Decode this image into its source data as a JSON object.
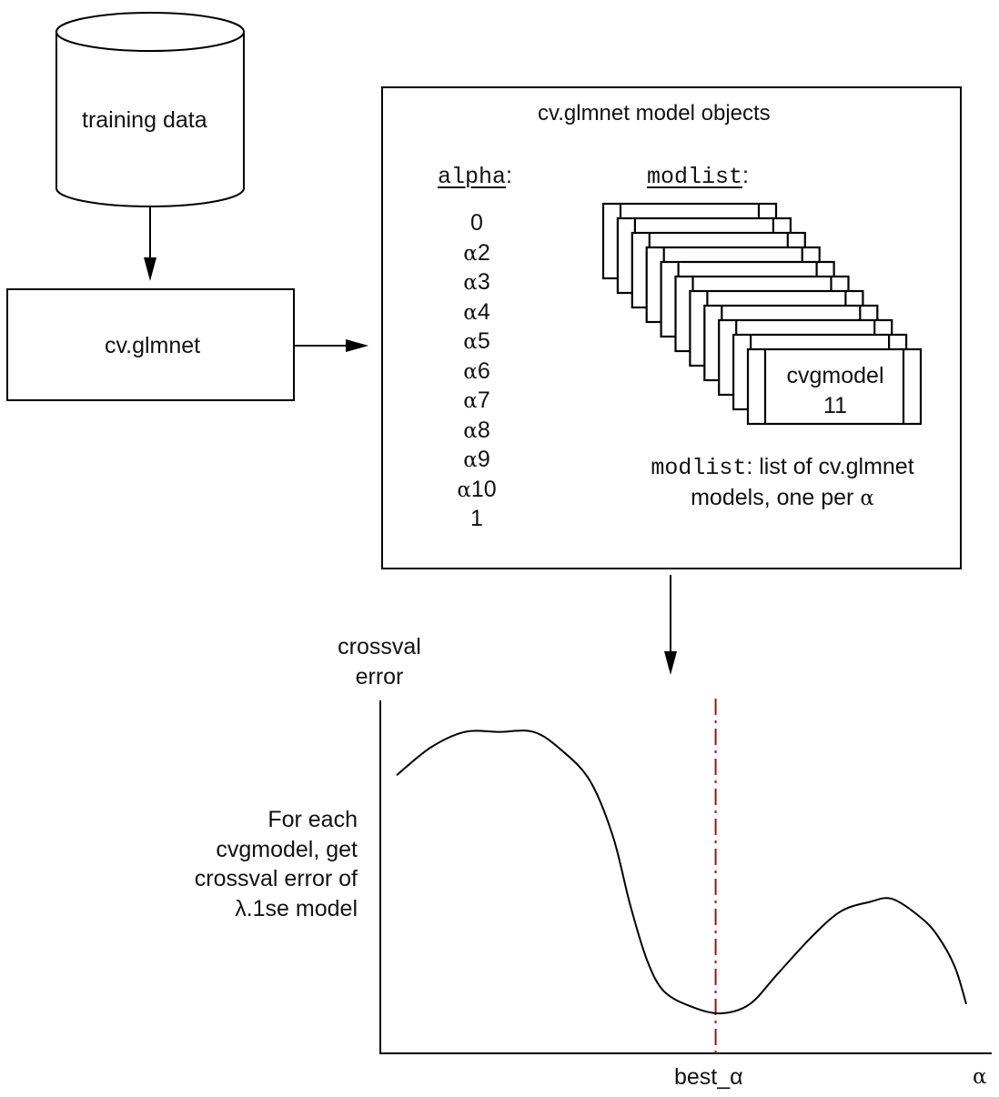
{
  "nodes": {
    "training_data": "training data",
    "cv_glmnet": "cv.glmnet",
    "objects_title": "cv.glmnet model objects"
  },
  "alpha": {
    "header": "alpha",
    "colon": ":",
    "values": [
      {
        "greek": "",
        "num": "0"
      },
      {
        "greek": "α",
        "num": "2"
      },
      {
        "greek": "α",
        "num": "3"
      },
      {
        "greek": "α",
        "num": "4"
      },
      {
        "greek": "α",
        "num": "5"
      },
      {
        "greek": "α",
        "num": "6"
      },
      {
        "greek": "α",
        "num": "7"
      },
      {
        "greek": "α",
        "num": "8"
      },
      {
        "greek": "α",
        "num": "9"
      },
      {
        "greek": "α",
        "num": "10"
      },
      {
        "greek": "",
        "num": "1"
      }
    ]
  },
  "modlist": {
    "header": "modlist",
    "colon": ":",
    "frame_count": 11,
    "front_label_line1": "cvgmodel",
    "front_label_line2": "11",
    "caption_code": "modlist",
    "caption_rest": ": list of cv.glmnet",
    "caption_line2": "models, one per ",
    "caption_greek": "α"
  },
  "plot": {
    "ylabel_line1": "crossval",
    "ylabel_line2": "error",
    "description": [
      "For each",
      "cvgmodel, get",
      "crossval error of",
      "λ.1se model"
    ],
    "best_label": "best_",
    "best_greek": "α",
    "xlabel": "α",
    "marker_color": "#8b1a1a"
  },
  "chart_data": {
    "type": "line",
    "title": "",
    "xlabel": "α",
    "ylabel": "crossval error",
    "xlim": [
      0,
      1
    ],
    "ylim": [
      0,
      1
    ],
    "grid": false,
    "series": [
      {
        "name": "crossval error",
        "x": [
          0.0,
          0.06,
          0.12,
          0.18,
          0.24,
          0.29,
          0.34,
          0.38,
          0.41,
          0.44,
          0.47,
          0.52,
          0.57,
          0.62,
          0.67,
          0.73,
          0.78,
          0.83,
          0.87,
          0.92,
          0.95,
          0.98,
          1.0
        ],
        "y": [
          0.82,
          0.91,
          0.96,
          0.96,
          0.96,
          0.9,
          0.8,
          0.62,
          0.4,
          0.22,
          0.12,
          0.07,
          0.05,
          0.08,
          0.18,
          0.3,
          0.38,
          0.41,
          0.42,
          0.36,
          0.3,
          0.2,
          0.08
        ]
      }
    ],
    "annotations": [
      {
        "type": "vline",
        "x": 0.56,
        "label": "best_α",
        "style": "dash-dot"
      }
    ]
  }
}
